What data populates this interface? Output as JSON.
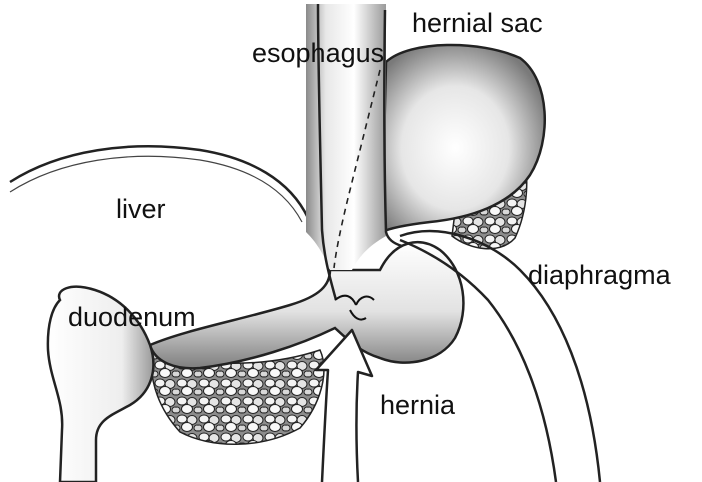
{
  "labels": {
    "hernial_sac": "hernial sac",
    "esophagus": "esophagus",
    "liver": "liver",
    "diaphragma": "diaphragma",
    "duodenum": "duodenum",
    "hernia": "hernia"
  },
  "colors": {
    "ink": "#111111",
    "shade_dark": "#6f6f6f",
    "shade_mid": "#b8b8b8",
    "background": "#ffffff"
  }
}
